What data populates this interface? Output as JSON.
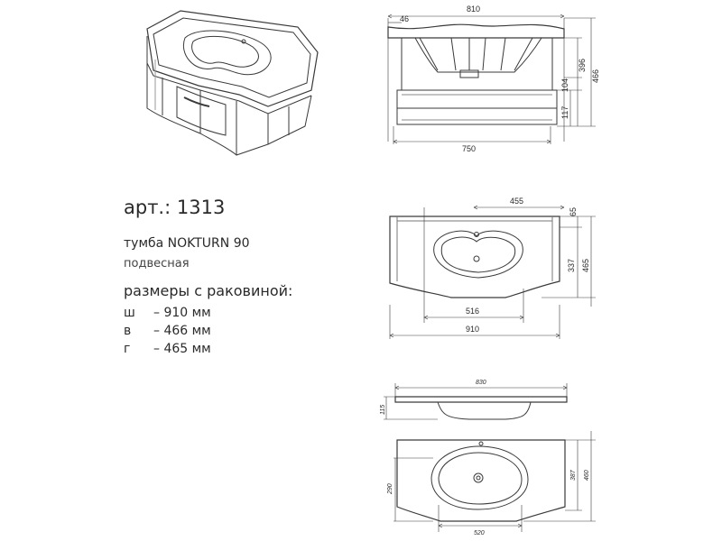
{
  "title_block": {
    "article": "арт.: 1313",
    "model": "тумба NOKTURN 90",
    "mount": "подвесная",
    "sizes_heading": "размеры с раковиной:",
    "dims": [
      {
        "key": "ш",
        "value": "– 910 мм"
      },
      {
        "key": "в",
        "value": "– 466 мм"
      },
      {
        "key": "г",
        "value": "– 465 мм"
      }
    ]
  },
  "front_view": {
    "overall_width": "810",
    "edge_offset": "46",
    "body_width": "750",
    "height_right": "396",
    "height_total": "466",
    "drawer_gap": "104",
    "bottom_gap": "117"
  },
  "top_view": {
    "width_455": "455",
    "depth_65": "65",
    "bowl_depth": "337",
    "total_depth": "465",
    "bowl_width": "516",
    "total_width": "910"
  },
  "sink_side": {
    "width": "830",
    "height": "115"
  },
  "sink_top": {
    "bowl_depth": "290",
    "depth_a": "387",
    "depth_b": "460",
    "bowl_width": "520"
  },
  "colors": {
    "line": "#3a3a3a",
    "text": "#2a2a2a",
    "background": "#ffffff"
  }
}
